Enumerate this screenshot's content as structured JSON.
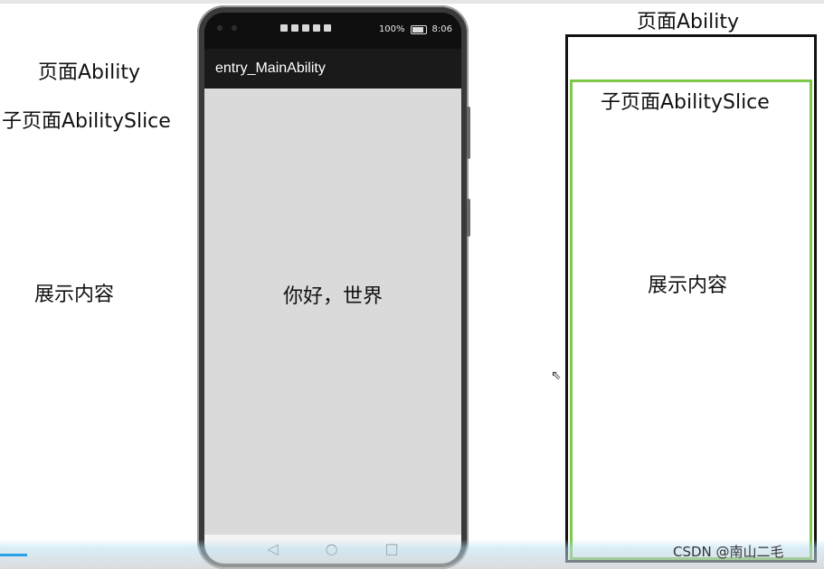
{
  "left_labels": {
    "page_ability": "页面Ability",
    "sub_page_ability_slice": "子页面AbilitySlice",
    "display_content": "展示内容"
  },
  "phone": {
    "status_bar": {
      "battery": "100%",
      "time": "8:06"
    },
    "app_title": "entry_MainAbility",
    "content_text": "你好，世界",
    "nav": {
      "back": "◁",
      "home": "○",
      "recent": "□"
    }
  },
  "diagram": {
    "outer_title": "页面Ability",
    "inner_title": "子页面AbilitySlice",
    "inner_content": "展示内容",
    "colors": {
      "outer_border": "#111111",
      "inner_border": "#7ec847"
    }
  },
  "watermark": "CSDN @南山二毛",
  "video_progress": 0.03
}
